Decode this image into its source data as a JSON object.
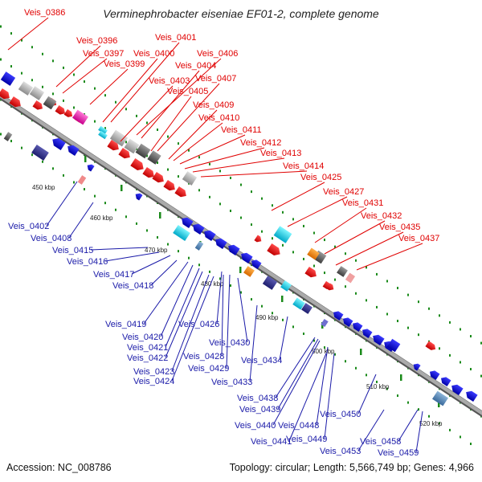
{
  "title": "Verminephrobacter eiseniae EF01-2, complete genome",
  "footer": {
    "accession": "Accession: NC_008786",
    "topology": "Topology: circular; Length: 5,566,749 bp; Genes: 4,966"
  },
  "colors": {
    "forward_strand_gene": "#ff0000",
    "reverse_strand_gene": "#0000ff",
    "backbone": "#999999",
    "tick": "#1a8a1a"
  },
  "kbp_ticks": [
    "450 kbp",
    "460 kbp",
    "470 kbp",
    "480 kbp",
    "490 kbp",
    "500 kbp",
    "510 kbp",
    "520 kbp"
  ],
  "labels_top": [
    "Veis_0386",
    "Veis_0396",
    "Veis_0397",
    "Veis_0399",
    "Veis_0401",
    "Veis_0400",
    "Veis_0406",
    "Veis_0404",
    "Veis_0403",
    "Veis_0407",
    "Veis_0405",
    "Veis_0409",
    "Veis_0410",
    "Veis_0411",
    "Veis_0412",
    "Veis_0413",
    "Veis_0414",
    "Veis_0425",
    "Veis_0427",
    "Veis_0431",
    "Veis_0432",
    "Veis_0435",
    "Veis_0437"
  ],
  "labels_bottom": [
    "Veis_0402",
    "Veis_0408",
    "Veis_0415",
    "Veis_0416",
    "Veis_0417",
    "Veis_0418",
    "Veis_0419",
    "Veis_0420",
    "Veis_0421",
    "Veis_0426",
    "Veis_0422",
    "Veis_0430",
    "Veis_0428",
    "Veis_0423",
    "Veis_0429",
    "Veis_0424",
    "Veis_0434",
    "Veis_0433",
    "Veis_0438",
    "Veis_0439",
    "Veis_0440",
    "Veis_0448",
    "Veis_0450",
    "Veis_0441",
    "Veis_0449",
    "Veis_0453",
    "Veis_0458",
    "Veis_0459"
  ]
}
